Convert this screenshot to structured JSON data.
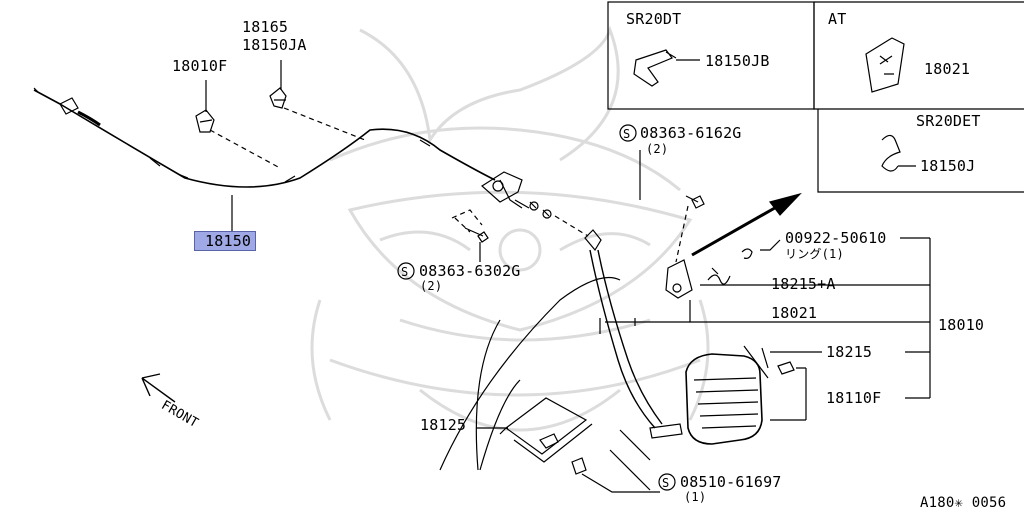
{
  "callouts": {
    "c18165": "18165",
    "c18150JA": "18150JA",
    "c18010F": "18010F",
    "c18150": "18150",
    "s63302G": "08363-6302G",
    "s63302G_qty": "(2)",
    "s6162G": "08363-6162G",
    "s6162G_qty": "(2)",
    "c00922": "00922-50610",
    "c00922_sub": "リング(1)",
    "c18215A": "18215+A",
    "c18021_main": "18021",
    "c18010": "18010",
    "c18215": "18215",
    "c18110F": "18110F",
    "c18125": "18125",
    "s61697": "08510-61697",
    "s61697_qty": "(1)",
    "front": "FRONT",
    "figure_code": "A180✳ 0056",
    "s_mark": "S"
  },
  "insets": {
    "sr20dt_title": "SR20DT",
    "sr20dt_part": "18150JB",
    "at_title": "AT",
    "at_part": "18021",
    "sr20det_title": "SR20DET",
    "sr20det_part": "18150J"
  },
  "highlight": {
    "part": "18150",
    "color": "#9fa9e6"
  }
}
